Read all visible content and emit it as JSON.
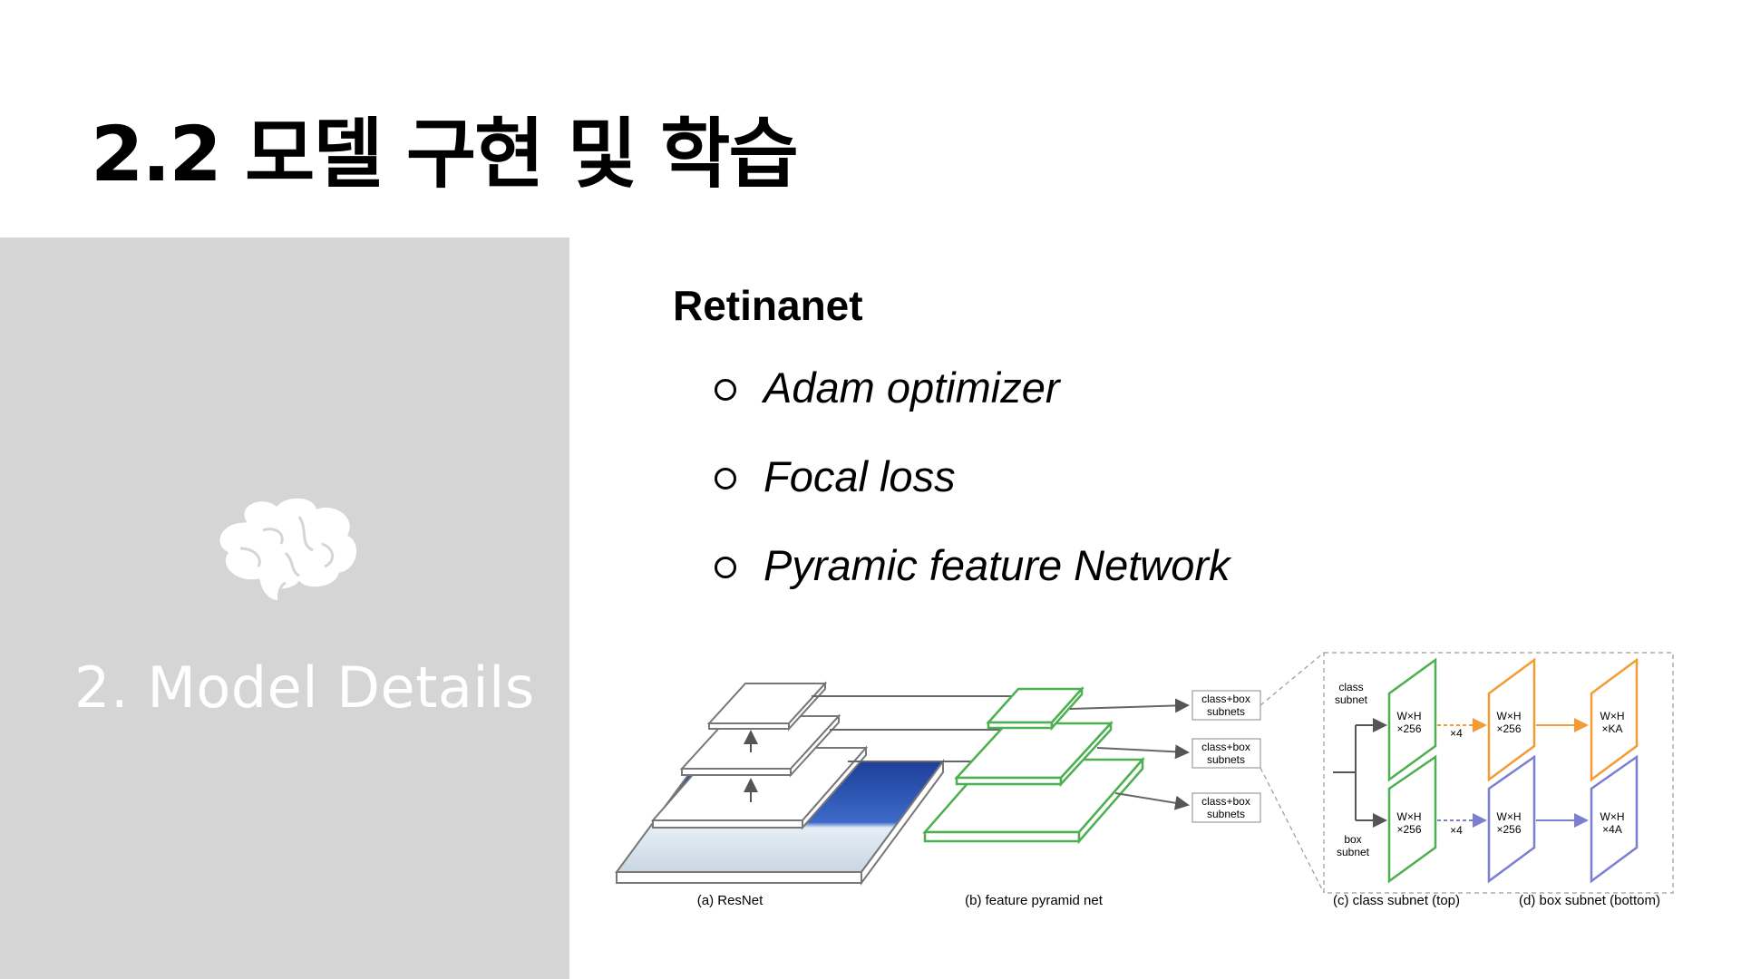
{
  "slide": {
    "title": "2.2 모델 구현 및 학습",
    "section_title": "2. Model Details",
    "section_icon": "brain-icon",
    "subtitle": "Retinanet",
    "bullets": [
      "Adam optimizer",
      "Focal loss",
      "Pyramic feature Network"
    ]
  },
  "figure": {
    "labels": {
      "resnet": "(a) ResNet",
      "fpn": "(b) feature pyramid net",
      "class_subnet": "(c) class subnet (top)",
      "box_subnet": "(d) box subnet (bottom)"
    },
    "subnet_box_line1": "class+box",
    "subnet_box_line2": "subnets",
    "class_subnet_label": [
      "class",
      "subnet"
    ],
    "box_subnet_label": [
      "box",
      "subnet"
    ],
    "whx": "W×H",
    "x256": "×256",
    "xKA": "×KA",
    "x4A": "×4A",
    "x4": "×4",
    "colors": {
      "green": "#4caf50",
      "orange": "#f39c35",
      "purple": "#7b7fd0",
      "gray": "#777777"
    }
  }
}
